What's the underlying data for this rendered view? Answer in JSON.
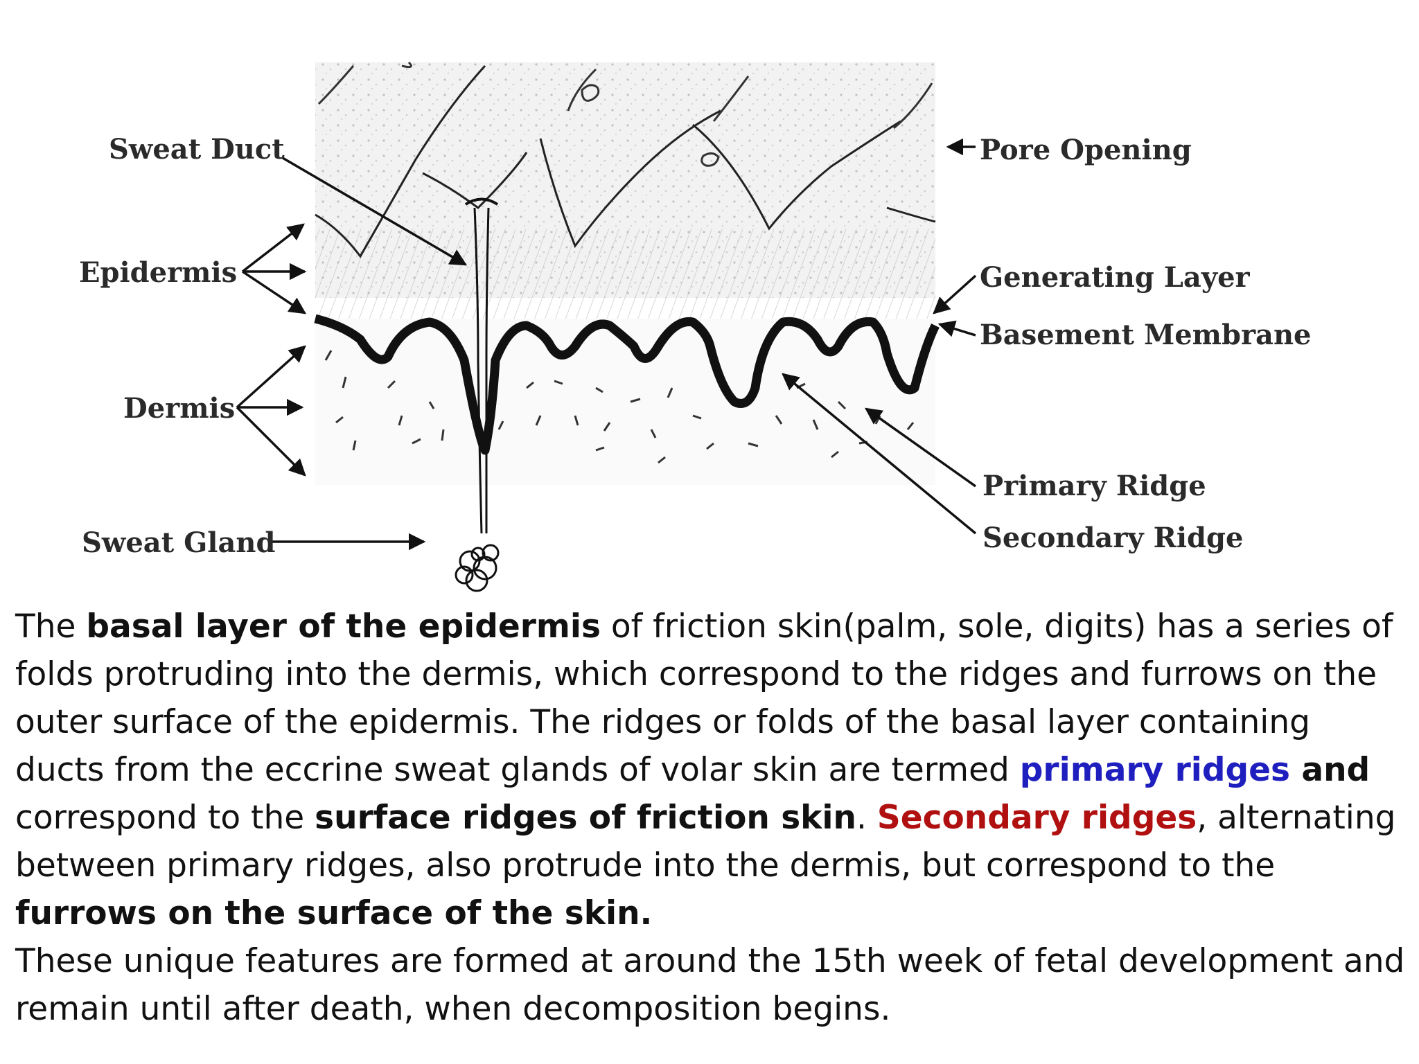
{
  "diagram": {
    "labels": {
      "sweat_duct": "Sweat Duct",
      "epidermis": "Epidermis",
      "dermis": "Dermis",
      "sweat_gland": "Sweat Gland",
      "pore_opening": "Pore Opening",
      "generating_layer": "Generating Layer",
      "basement_membrane": "Basement Membrane",
      "primary_ridge": "Primary Ridge",
      "secondary_ridge": "Secondary Ridge"
    }
  },
  "caption": {
    "p1": {
      "s1": "The ",
      "s2": "basal layer of the epidermis",
      "s3": " of friction skin(palm, sole, digits) has a series of folds protruding into the dermis, which correspond to the ridges and furrows on the outer surface of the epidermis. The ridges or folds of the basal layer containing ducts from the eccrine sweat glands of volar skin are termed ",
      "s4": "primary ridges",
      "s5": " and",
      "s6": " correspond to the ",
      "s7": "surface ridges of friction skin",
      "s8": ". ",
      "s9": "Secondary ridges",
      "s10": ", alternating between primary ridges, also protrude into the dermis, but correspond to the ",
      "s11": "furrows on the surface of the skin."
    },
    "p2": "These unique features are formed at around the 15th week of fetal development and remain until after death, when decomposition begins."
  }
}
